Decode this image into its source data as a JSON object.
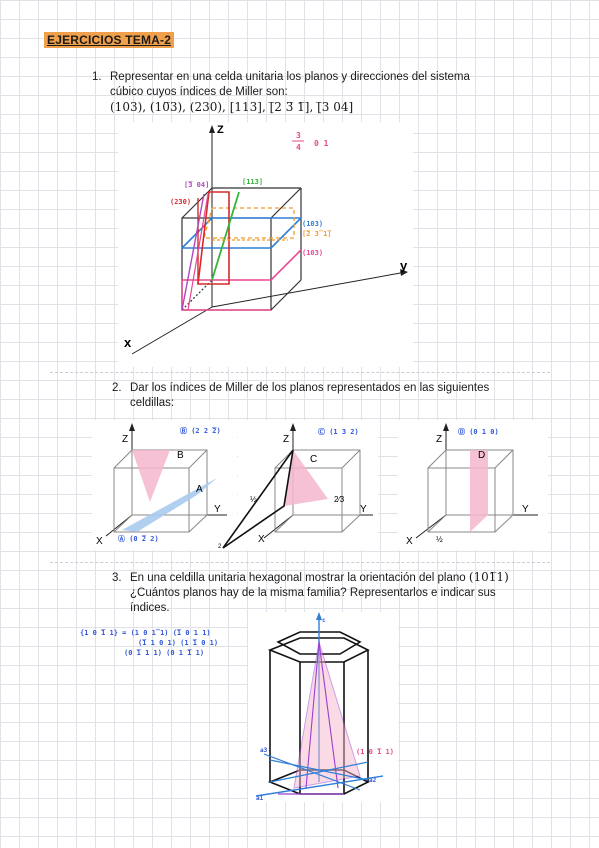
{
  "title": "EJERCICIOS TEMA-2",
  "q1": {
    "number": "1.",
    "line1": "Representar en una celda unitaria los planos y direcciones del sistema",
    "line2": "cúbico cuyos índices de Miller son:",
    "indices": "(103), (10̅3), (230), [113], [̅2 3̅ 1̅], [̅3 04]",
    "fig": {
      "axis_z": "Z",
      "axis_y": "y",
      "axis_x": "x",
      "note_frac": "3",
      "note_den": "4",
      "note_rest": "0  1",
      "lbl_304": "[̅3 04]",
      "lbl_113": "[113]",
      "lbl_230": "(230)",
      "lbl_103": "(103)",
      "lbl_10m3": "(10̅3)",
      "lbl_103b": "(103)",
      "lbl_231": "[̅2 3̅ 1̅]"
    }
  },
  "q2": {
    "number": "2.",
    "line1": "Dar los índices de Miller de los planos representados en las siguientes",
    "line2": "celdillas:",
    "cell1": {
      "z": "Z",
      "y": "Y",
      "x": "X",
      "b": "B",
      "a": "A",
      "ans_b": "Ⓑ (2 2 ̅2)",
      "ans_a": "Ⓐ (0 ̅2 2)"
    },
    "cell2": {
      "z": "Z",
      "y": "Y",
      "x": "X",
      "c": "C",
      "ans_c": "Ⓒ (1 3 2)",
      "half": "½",
      "twothirds": "2⁄3",
      "two": "2"
    },
    "cell3": {
      "z": "Z",
      "y": "Y",
      "x": "X",
      "d": "D",
      "ans_d": "Ⓓ (0 1 0)",
      "half": "½"
    }
  },
  "q3": {
    "number": "3.",
    "line1": "En una celdilla unitaria hexagonal mostrar la orientación del plano",
    "plane": "(101̅1)",
    "line2": "¿Cuántos planos hay de la misma familia? Representarlos e indicar sus",
    "line3": "índices.",
    "family1": "{1 0 ̅1 1} = (1 0 1̅ 1) (̅1 0 1 1)",
    "family2": "(̅1 1 0 1) (1 ̅1 0 1)",
    "family3": "(0 ̅1 1 1) (0 1 ̅1 1)",
    "lbl_c": "c",
    "lbl_a1": "a1",
    "lbl_a2": "a2",
    "lbl_a3": "a3",
    "lbl_plane": "(1 0 ̅1 1)"
  },
  "colors": {
    "title_bg": "#f0a04b",
    "pink": "#e8488f",
    "green": "#35b43a",
    "red": "#d52a2a",
    "orange": "#f29a2e",
    "blue": "#2f7fd8",
    "purple": "#9a3fd0"
  }
}
